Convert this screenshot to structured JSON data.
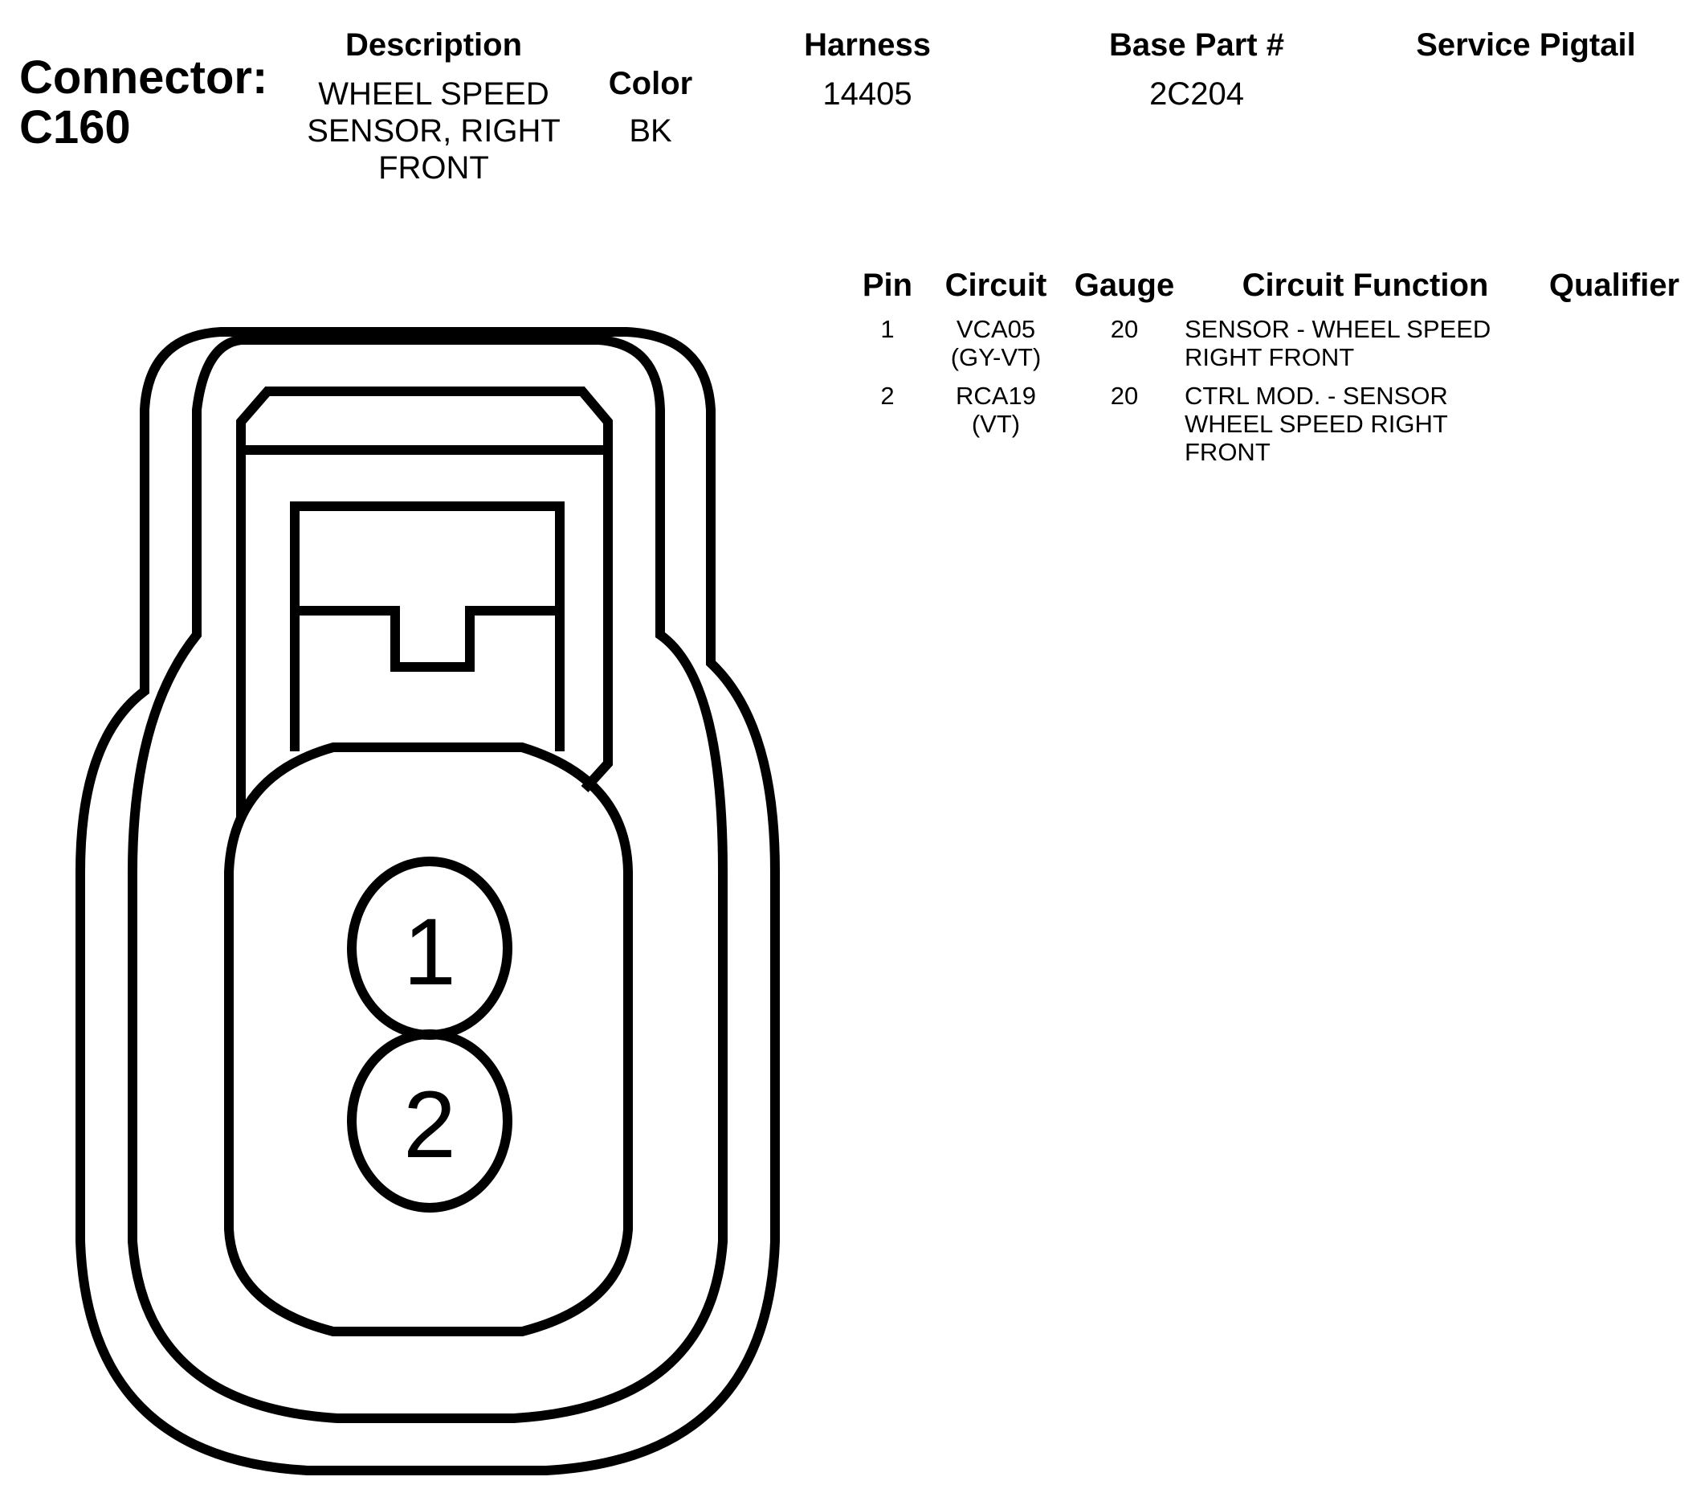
{
  "connector": {
    "label": "Connector:",
    "id": "C160"
  },
  "header": {
    "description_label": "Description",
    "description_value": "WHEEL SPEED SENSOR, RIGHT FRONT",
    "color_label": "Color",
    "color_value": "BK",
    "harness_label": "Harness",
    "harness_value": "14405",
    "base_part_label": "Base Part #",
    "base_part_value": "2C204",
    "service_pigtail_label": "Service Pigtail",
    "service_pigtail_value": ""
  },
  "pin_table": {
    "columns": [
      "Pin",
      "Circuit",
      "Gauge",
      "Circuit Function",
      "Qualifier"
    ],
    "rows": [
      {
        "pin": "1",
        "circuit": "VCA05",
        "circuit_color": "(GY-VT)",
        "gauge": "20",
        "function": "SENSOR - WHEEL SPEED RIGHT FRONT",
        "qualifier": ""
      },
      {
        "pin": "2",
        "circuit": "RCA19",
        "circuit_color": "(VT)",
        "gauge": "20",
        "function": "CTRL MOD. - SENSOR WHEEL SPEED RIGHT FRONT",
        "qualifier": ""
      }
    ]
  },
  "diagram": {
    "pins": [
      "1",
      "2"
    ]
  }
}
